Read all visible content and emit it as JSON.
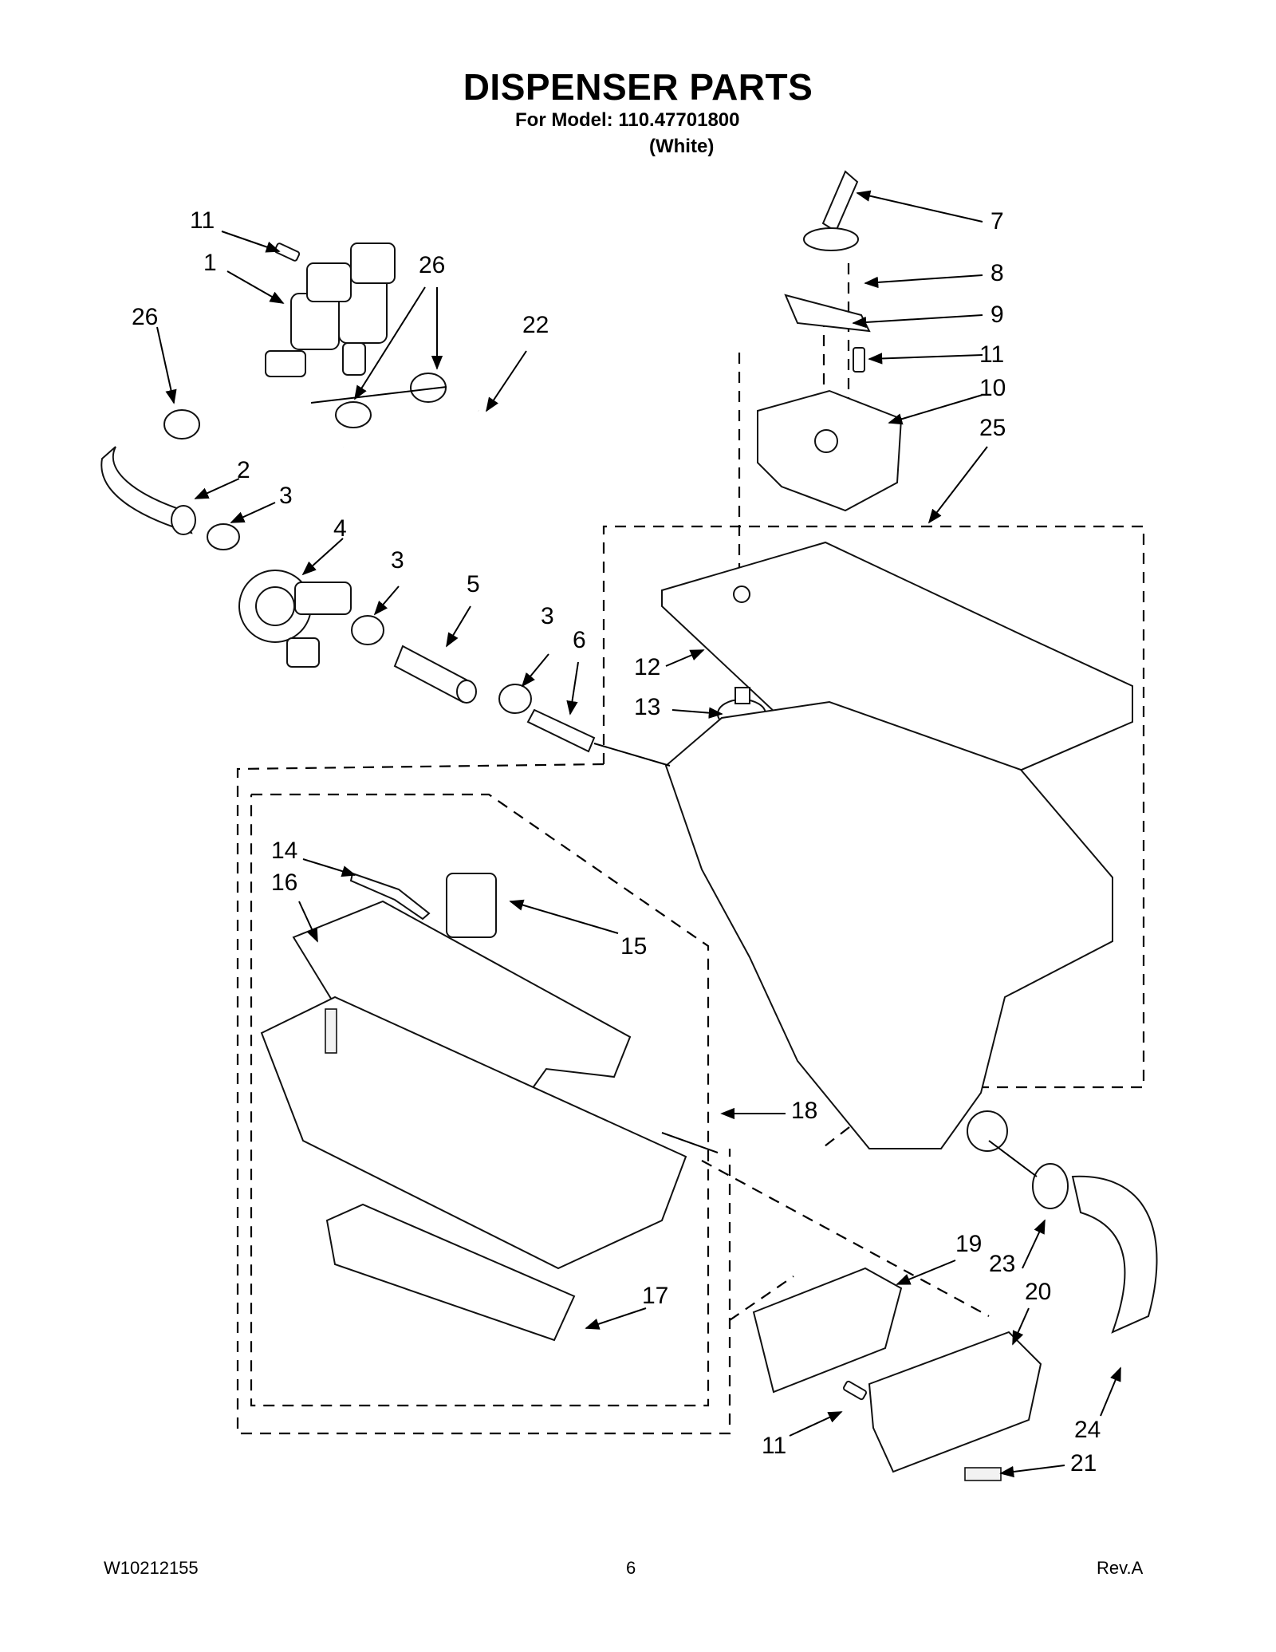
{
  "header": {
    "title": "DISPENSER PARTS",
    "subtitle": "For Model: 110.47701800",
    "color": "(White)"
  },
  "callouts": [
    "11",
    "1",
    "26",
    "26",
    "22",
    "2",
    "3",
    "4",
    "3",
    "5",
    "3",
    "6",
    "7",
    "8",
    "9",
    "11",
    "10",
    "25",
    "12",
    "13",
    "14",
    "16",
    "15",
    "18",
    "17",
    "19",
    "23",
    "20",
    "24",
    "11",
    "21"
  ],
  "footer": {
    "doc_number": "W10212155",
    "page": "6",
    "revision": "Rev.A"
  }
}
